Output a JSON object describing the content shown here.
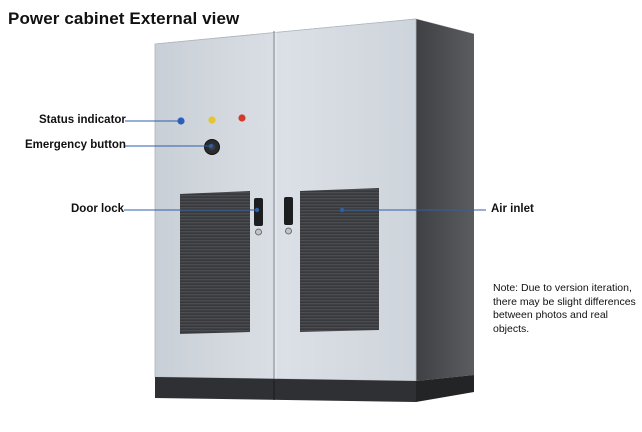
{
  "title": "Power cabinet External view",
  "callouts": {
    "status_indicator": "Status indicator",
    "emergency_button": "Emergency button",
    "door_lock": "Door lock",
    "air_inlet": "Air inlet"
  },
  "note": "Note: Due to version iteration, there may be slight differences between photos and real objects.",
  "colors": {
    "cabinet_front": "#d6dbe1",
    "cabinet_side": "#4a4b4e",
    "callout_line": "#2f5fa8",
    "indicator_blue": "#2a5fc4",
    "indicator_yellow": "#e7c52d",
    "indicator_red": "#d23a2a"
  }
}
